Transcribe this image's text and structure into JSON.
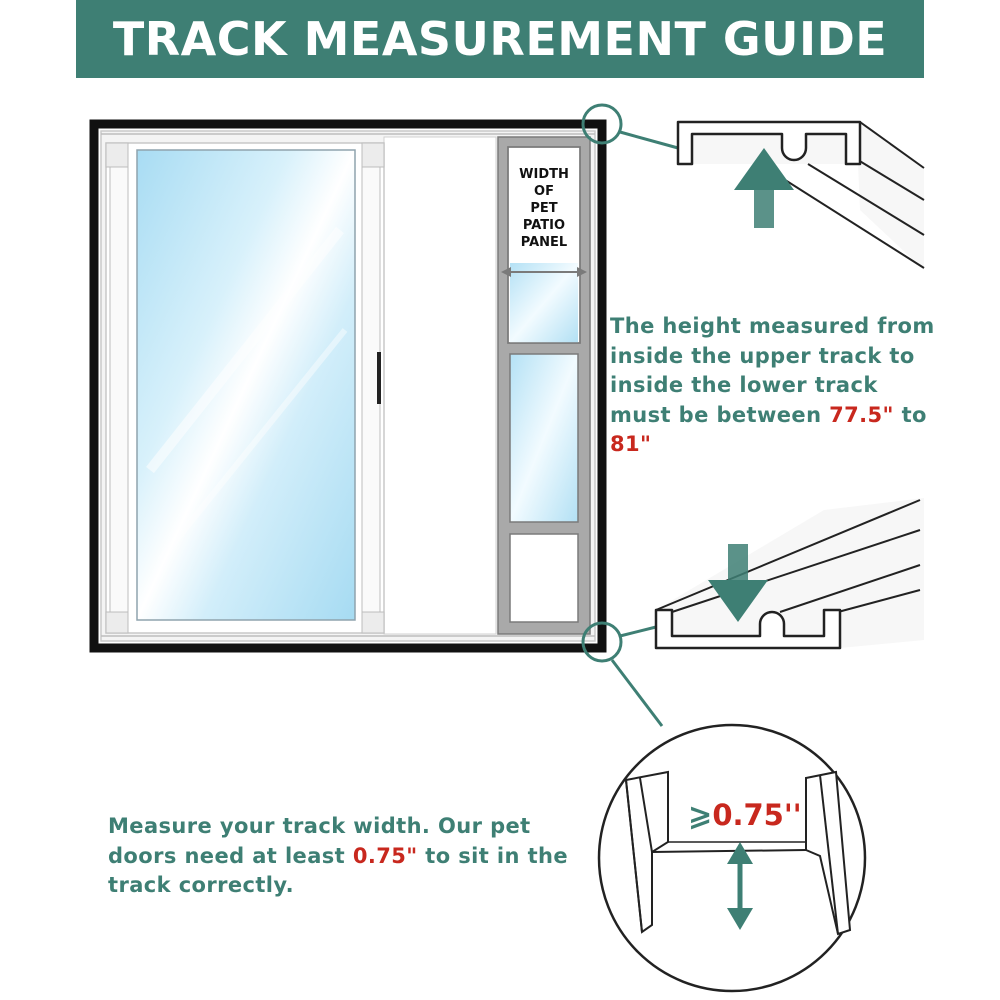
{
  "header": {
    "title": "TRACK MEASUREMENT GUIDE"
  },
  "door": {
    "panel_label_lines": [
      "WIDTH",
      "OF",
      "PET",
      "PATIO",
      "PANEL"
    ]
  },
  "height_note": {
    "text_before": "The height measured from inside the upper track to inside the lower track must be between ",
    "min": "77.5\"",
    "connector": " to ",
    "max": "81\""
  },
  "width_note": {
    "text_before": "Measure your track width. Our pet doors need at least ",
    "min_width": "0.75\"",
    "text_after": " to sit in the track correctly."
  },
  "track_detail": {
    "symbol": "⩾",
    "value": "0.75''"
  },
  "colors": {
    "accent": "#3e7f74",
    "highlight": "#c8281e",
    "glass": "#bfe6f7",
    "frame": "#111111"
  }
}
